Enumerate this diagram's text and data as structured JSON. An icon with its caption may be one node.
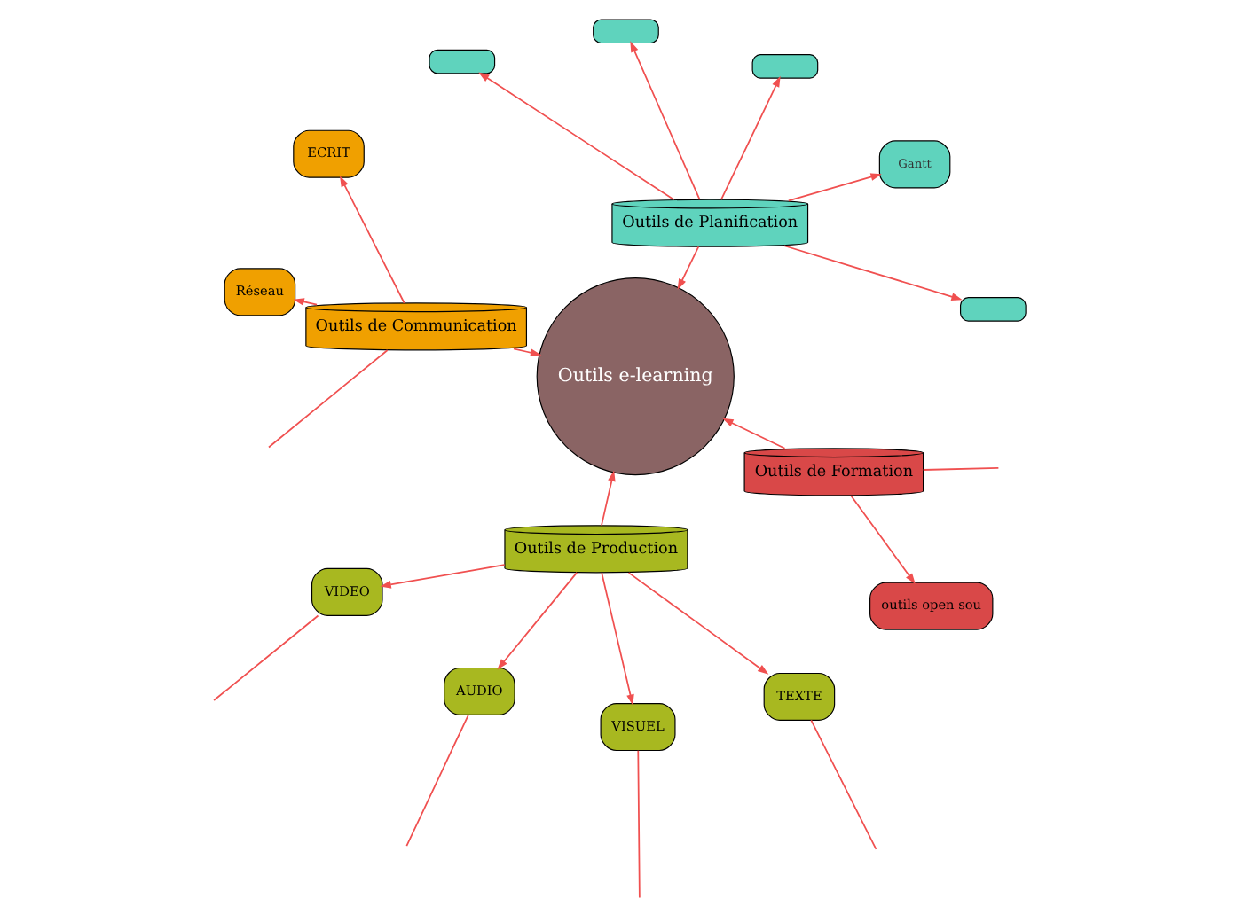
{
  "diagram": {
    "nodes": [
      {
        "text": [
          "Outils e-learning"
        ]
      },
      {
        "text": [
          "Outils de Planification"
        ]
      },
      {
        "text": [],
        "shape": "box"
      },
      {
        "text": [
          "Gantt"
        ]
      },
      {
        "text": [],
        "shape": "box"
      },
      {
        "text": [],
        "shape": "box"
      },
      {
        "text": [],
        "shape": "box"
      },
      {
        "text": [
          "Outils de Communication"
        ]
      },
      {
        "text": [
          "ECRIT"
        ]
      },
      {
        "text": [
          "Réseau"
        ]
      },
      {
        "text": [
          "Outils de Production"
        ]
      },
      {
        "text": [
          "VIDEO"
        ]
      },
      {
        "text": [
          "AUDIO"
        ]
      },
      {
        "text": [
          "VISUEL"
        ]
      },
      {
        "text": [
          "TEXTE"
        ]
      },
      {
        "text": [
          "Outils de Formation"
        ]
      },
      {
        "text": [
          "outils open sou"
        ]
      }
    ],
    "edges": [
      {
        "from": 1,
        "to": 0,
        "arrow": "to"
      },
      {
        "from": 7,
        "to": 0,
        "arrow": "to"
      },
      {
        "from": 10,
        "to": 0,
        "arrow": "to"
      },
      {
        "from": 15,
        "to": 0,
        "arrow": "to"
      },
      {
        "from": 1,
        "to": 2,
        "arrow": "to"
      },
      {
        "from": 1,
        "to": 3,
        "arrow": "to"
      },
      {
        "from": 1,
        "to": 4,
        "arrow": "to"
      },
      {
        "from": 1,
        "to": 5,
        "arrow": "to"
      },
      {
        "from": 1,
        "to": 6,
        "arrow": "to"
      },
      {
        "from": 7,
        "to": null,
        "arrow": "none"
      },
      {
        "from": 7,
        "to": 8,
        "arrow": "to"
      },
      {
        "from": 7,
        "to": 9,
        "arrow": "to"
      },
      {
        "from": 10,
        "to": 11,
        "arrow": "to"
      },
      {
        "from": 10,
        "to": 12,
        "arrow": "to"
      },
      {
        "from": 10,
        "to": 13,
        "arrow": "to"
      },
      {
        "from": 10,
        "to": 14,
        "arrow": "to"
      },
      {
        "from": 11,
        "to": null,
        "arrow": "none"
      },
      {
        "from": 12,
        "to": null,
        "arrow": "none"
      },
      {
        "from": 13,
        "to": null,
        "arrow": "none"
      },
      {
        "from": 14,
        "to": null,
        "arrow": "none"
      },
      {
        "from": 15,
        "to": 16,
        "arrow": "to"
      },
      {
        "from": 15,
        "to": null,
        "arrow": "none"
      }
    ]
  }
}
